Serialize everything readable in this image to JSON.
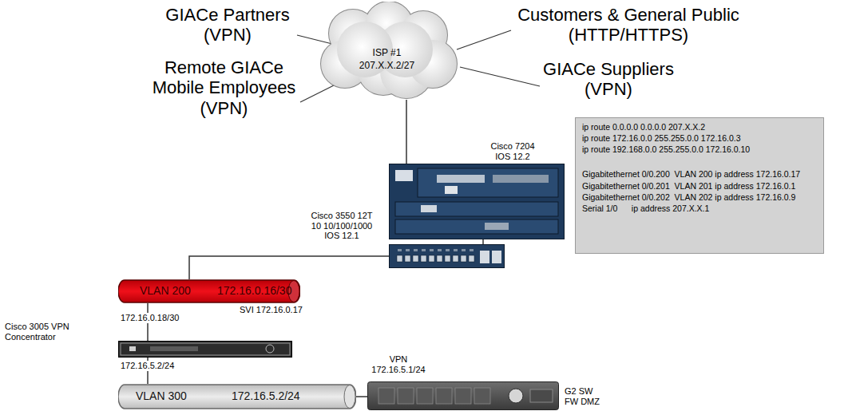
{
  "diagram": {
    "nodes": [
      {
        "text": [
          "ISP #1",
          "207.X.X.2/27"
        ]
      },
      {
        "text": [
          "Cisco 7204 IOS 12.2"
        ]
      },
      {
        "text": [
          "ip route 0.0.0.0 0.0.0.0 207.X.X.2",
          "ip route 172.16.0.0 255.255.0.0 172.16.0.3",
          "ip route 192.168.0.0 255.255.0.0 172.16.0.10",
          "Gigabitethernet 0/0.200  VLAN 200 ip address 172.16.0.17",
          "Gigabitethernet 0/0.201  VLAN 201 ip address 172.16.0.1",
          "Gigabitethernet 0/0.202  VLAN 202 ip address 172.16.0.9",
          "Serial 1/0      ip address 207.X.X.1"
        ]
      },
      {
        "text": [
          "Cisco 3550 12T 10 10/100/1000 IOS 12.1"
        ]
      },
      {
        "text": [
          "VLAN 200",
          "172.16.0.16/30",
          "SVI 172.16.0.17"
        ]
      },
      {
        "text": [
          "Cisco 3005 VPN Concentrator"
        ]
      },
      {
        "text": [
          "VLAN 300",
          "172.16.5.2/24"
        ]
      },
      {
        "text": [
          "VPN 172.16.5.1/24",
          "G2 SW FW DMZ"
        ]
      }
    ],
    "edges": [
      {
        "from": 0,
        "to": 1,
        "arrow": "none"
      },
      {
        "from": 1,
        "to": 3,
        "arrow": "none"
      },
      {
        "from": 3,
        "to": 4,
        "arrow": "none"
      },
      {
        "from": 4,
        "to": 5,
        "arrow": "none"
      },
      {
        "from": 5,
        "to": 6,
        "arrow": "none"
      },
      {
        "from": 6,
        "to": 7,
        "arrow": "none"
      }
    ],
    "labels": [
      "GIACe Partners (VPN)",
      "Remote GIACe Mobile Employees (VPN)",
      "Customers & General Public (HTTP/HTTPS)",
      "GIACe Suppliers (VPN)",
      "172.16.0.18/30",
      "172.16.5.2/24"
    ]
  }
}
